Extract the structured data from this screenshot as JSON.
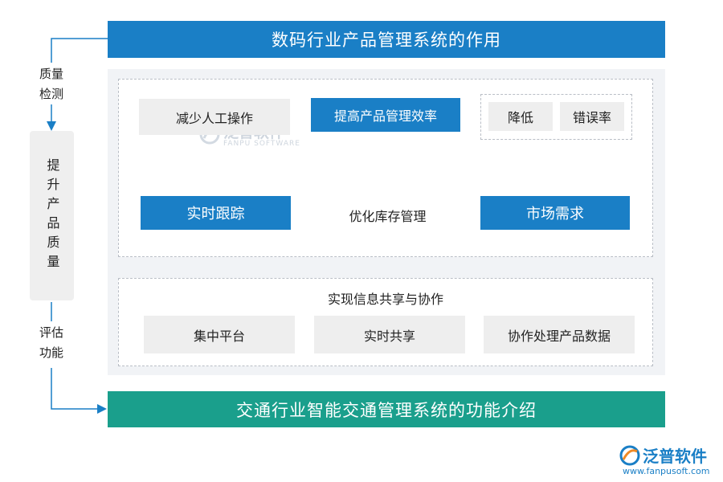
{
  "title_top": "数码行业产品管理系统的作用",
  "title_bottom": "交通行业智能交通管理系统的功能介绍",
  "side": {
    "top_label_1": "质量",
    "top_label_2": "检测",
    "center": "提升产品质量",
    "bottom_label_1": "评估",
    "bottom_label_2": "功能"
  },
  "row1": {
    "reduce": "减少人工操作",
    "improve": "提高产品管理效率",
    "lower": "降低",
    "error": "错误率"
  },
  "row2": {
    "tracking": "实时跟踪",
    "inventory": "优化库存管理",
    "market": "市场需求"
  },
  "section2": {
    "heading": "实现信息共享与协作",
    "items": [
      "集中平台",
      "实时共享",
      "协作处理产品数据"
    ]
  },
  "watermark": {
    "name": "泛普软件",
    "sub": "FANPU SOFTWARE"
  },
  "logo": {
    "name": "泛普软件",
    "url": "www.fanpusoft.com"
  },
  "colors": {
    "primary_blue": "#1a7fc6",
    "teal": "#1a9f8c",
    "panel_bg": "#f1f3f6",
    "node_gray": "#eeeeee"
  }
}
